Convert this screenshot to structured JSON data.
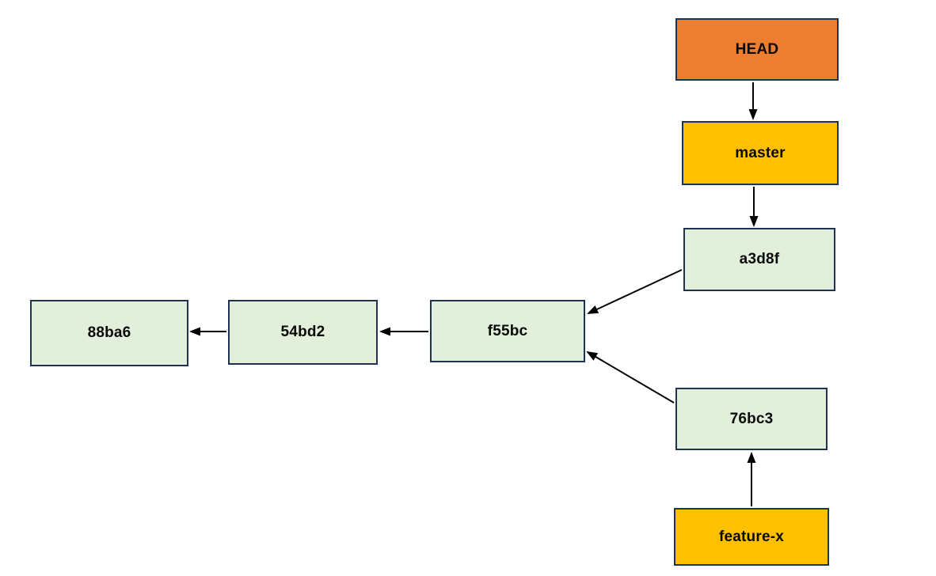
{
  "diagram": {
    "name": "git-commit-graph",
    "colors": {
      "head_fill": "#ED7D31",
      "branch_fill": "#FFC000",
      "commit_fill": "#E2EFDA",
      "box_border": "#1F3250",
      "arrow": "#000000",
      "background": "#FFFFFF",
      "label_text": "#0A0A0A"
    },
    "nodes": [
      {
        "id": "head",
        "label": "HEAD",
        "type": "head-pointer"
      },
      {
        "id": "master",
        "label": "master",
        "type": "branch"
      },
      {
        "id": "a3d8f",
        "label": "a3d8f",
        "type": "commit"
      },
      {
        "id": "88ba6",
        "label": "88ba6",
        "type": "commit"
      },
      {
        "id": "54bd2",
        "label": "54bd2",
        "type": "commit"
      },
      {
        "id": "f55bc",
        "label": "f55bc",
        "type": "commit"
      },
      {
        "id": "76bc3",
        "label": "76bc3",
        "type": "commit"
      },
      {
        "id": "feature-x",
        "label": "feature-x",
        "type": "branch"
      }
    ],
    "edges": [
      {
        "from": "HEAD",
        "to": "master"
      },
      {
        "from": "master",
        "to": "a3d8f"
      },
      {
        "from": "a3d8f",
        "to": "f55bc"
      },
      {
        "from": "f55bc",
        "to": "54bd2"
      },
      {
        "from": "54bd2",
        "to": "88ba6"
      },
      {
        "from": "76bc3",
        "to": "f55bc"
      },
      {
        "from": "feature-x",
        "to": "76bc3"
      }
    ]
  }
}
